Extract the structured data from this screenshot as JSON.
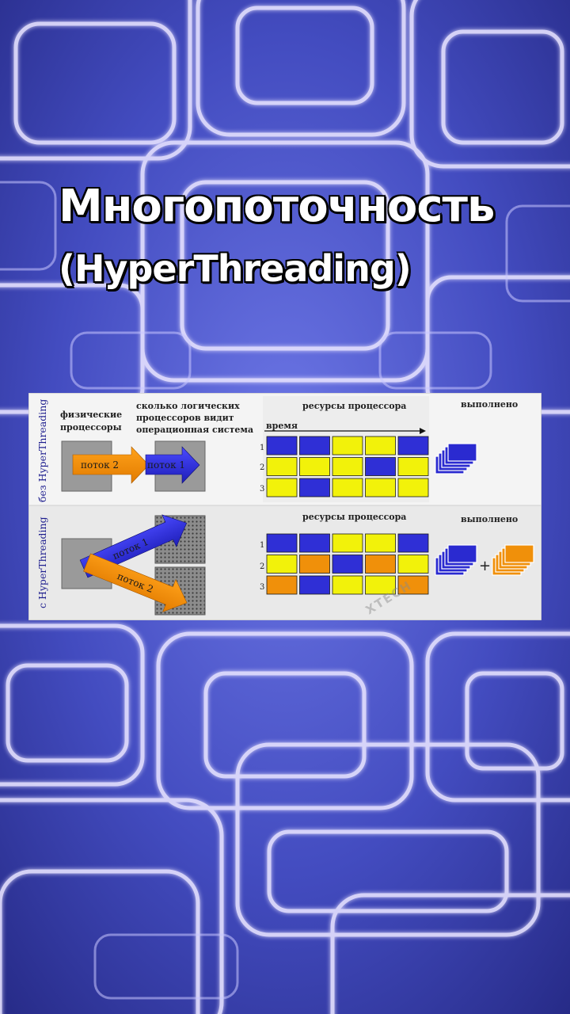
{
  "title_line1": "Многопоточность",
  "title_line2": "(HyperThreading)",
  "diagram": {
    "top": {
      "side_label": "без HyperThreading",
      "physical_label": [
        "физические",
        "процессоры"
      ],
      "logical_label": [
        "сколько логических",
        "процессоров видит",
        "операционная система"
      ],
      "resources_label": "ресурсы процессора",
      "time_label": "время",
      "done_label": "выполнено",
      "thread2_label": "поток 2",
      "thread1_label": "поток 1",
      "row_numbers": [
        "1",
        "2",
        "3"
      ],
      "grid": [
        [
          "B",
          "B",
          "Y",
          "Y",
          "B"
        ],
        [
          "Y",
          "Y",
          "Y",
          "B",
          "Y"
        ],
        [
          "Y",
          "B",
          "Y",
          "Y",
          "Y"
        ]
      ]
    },
    "bottom": {
      "side_label": "с HyperThreading",
      "resources_label": "ресурсы процессора",
      "done_label": "выполнено",
      "thread1_label": "поток 1",
      "thread2_label": "поток 2",
      "row_numbers": [
        "1",
        "2",
        "3"
      ],
      "plus": "+",
      "grid": [
        [
          "B",
          "B",
          "Y",
          "Y",
          "B"
        ],
        [
          "Y",
          "O",
          "B",
          "O",
          "Y"
        ],
        [
          "O",
          "B",
          "Y",
          "Y",
          "O"
        ]
      ]
    },
    "colors": {
      "B": "#2f2fd6",
      "Y": "#f2f20a",
      "O": "#f0900a"
    }
  }
}
